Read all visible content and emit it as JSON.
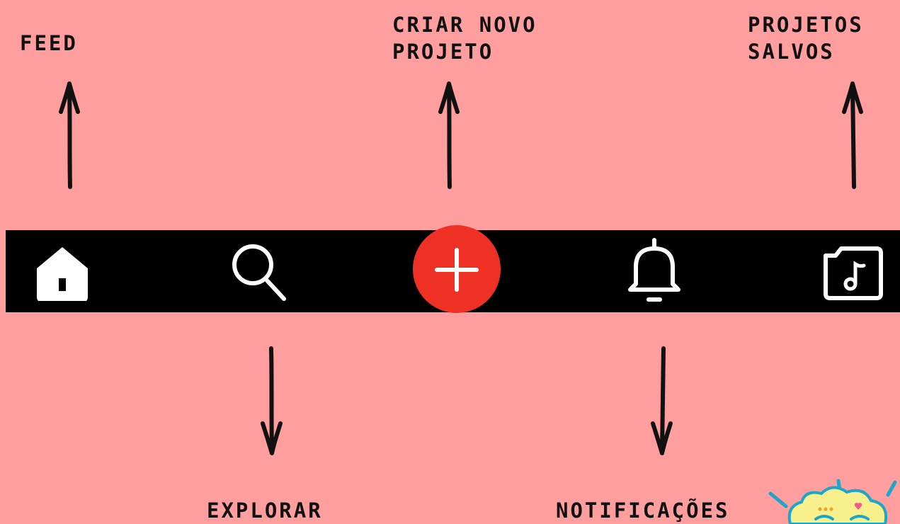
{
  "annotations": {
    "feed": [
      "FEED"
    ],
    "create": [
      "CRIAR NOVO",
      "PROJETO"
    ],
    "saved": [
      "PROJETOS",
      "SALVOS"
    ],
    "explore": [
      "EXPLORAR"
    ],
    "notifications": [
      "NOTIFICAÇÕES"
    ]
  },
  "navbar": {
    "items": [
      {
        "id": "home",
        "icon": "home-icon"
      },
      {
        "id": "search",
        "icon": "search-icon"
      },
      {
        "id": "create",
        "icon": "plus-icon"
      },
      {
        "id": "notifications",
        "icon": "bell-icon"
      },
      {
        "id": "saved",
        "icon": "music-folder-icon"
      }
    ]
  },
  "colors": {
    "background": "#FF9E9E",
    "navbar": "#000000",
    "create_button": "#EE3124",
    "icon": "#FFFFFF",
    "text": "#111111"
  }
}
